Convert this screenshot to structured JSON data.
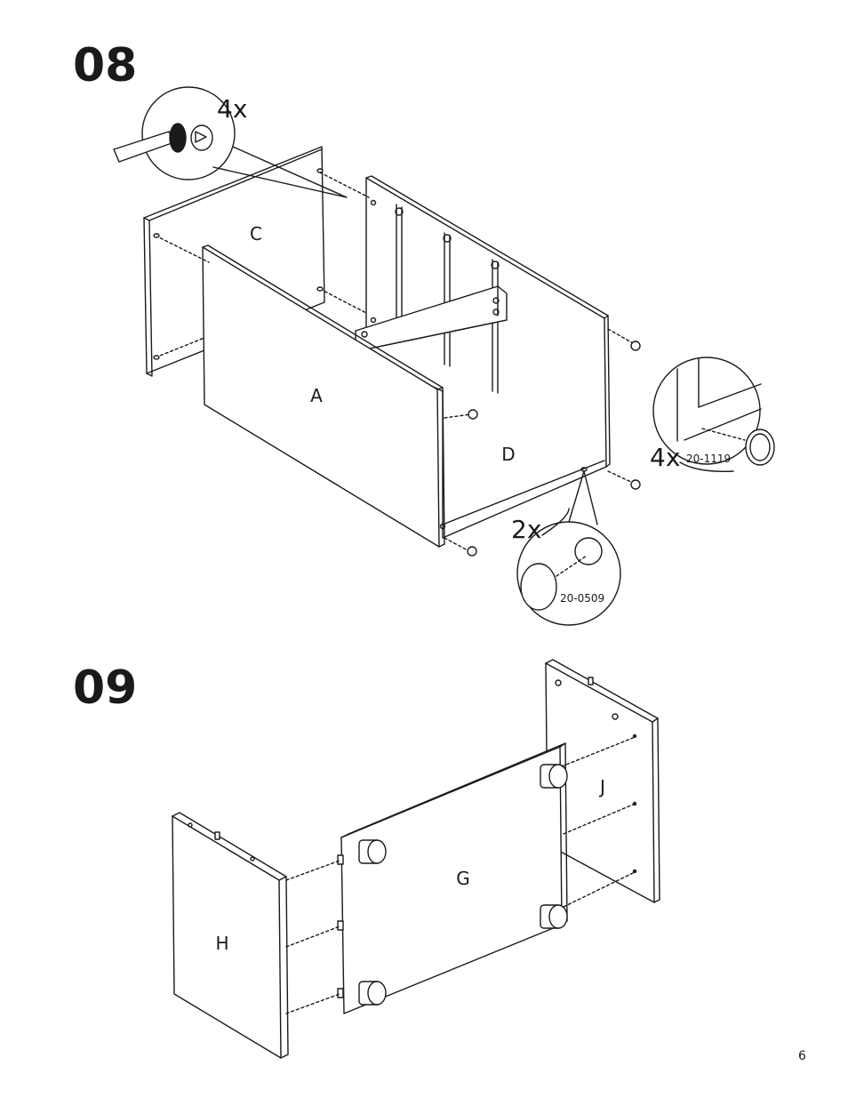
{
  "steps": [
    {
      "number": "08",
      "panels": {
        "c": "C",
        "a": "A",
        "d": "D"
      },
      "callouts": {
        "screw_qty": "4x",
        "foot_qty": "4x",
        "foot_code": "20-1119",
        "cam_qty": "2x",
        "cam_code": "20-0509"
      }
    },
    {
      "number": "09",
      "panels": {
        "g": "G",
        "h": "H",
        "j": "J"
      }
    }
  ],
  "page_number": "6"
}
